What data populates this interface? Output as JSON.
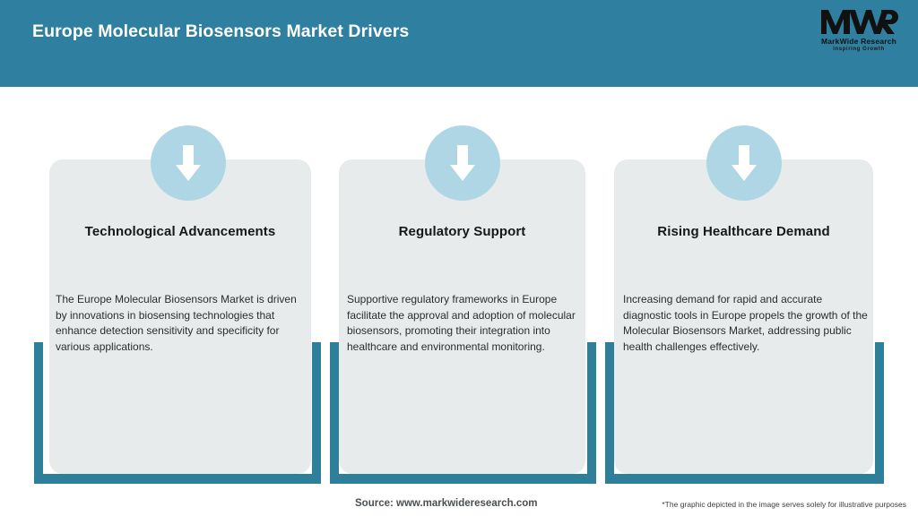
{
  "header": {
    "title": "Europe Molecular Biosensors Market Drivers",
    "background_color": "#2f80a0",
    "logo": {
      "mark": "MWR",
      "name": "MarkWide Research",
      "tagline": "Inspiring Growth"
    }
  },
  "theme": {
    "accent_teal": "#2e7f99",
    "card_background": "#e8ebec",
    "icon_circle": "#aed6e5",
    "icon_arrow": "#ffffff"
  },
  "cards": [
    {
      "icon": "down-arrow-icon",
      "title": "Technological Advancements",
      "body": "The Europe Molecular Biosensors Market is driven by innovations in biosensing technologies that enhance detection sensitivity and specificity for various applications."
    },
    {
      "icon": "down-arrow-icon",
      "title": "Regulatory Support",
      "body": "Supportive regulatory frameworks in Europe facilitate the approval and adoption of molecular biosensors, promoting their integration into healthcare and environmental monitoring."
    },
    {
      "icon": "down-arrow-icon",
      "title": "Rising Healthcare Demand",
      "body": "Increasing demand for rapid and accurate diagnostic tools in Europe propels the growth of the Molecular Biosensors Market, addressing public health challenges effectively."
    }
  ],
  "footer": {
    "source": "Source: www.markwideresearch.com",
    "disclaimer": "*The graphic depicted in the image serves solely for illustrative purposes"
  }
}
